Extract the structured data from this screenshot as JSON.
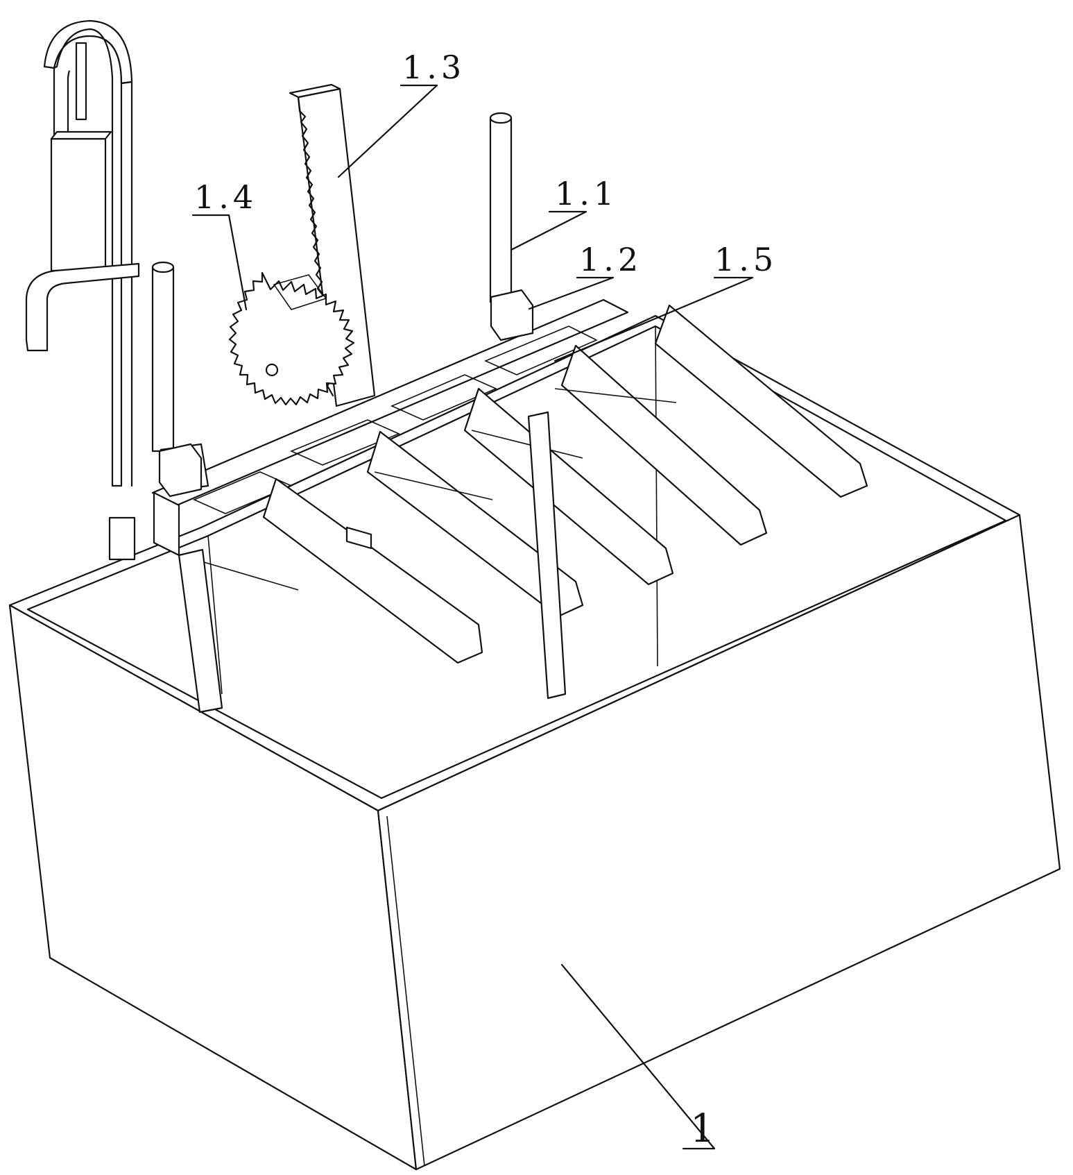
{
  "figure": {
    "labels": {
      "l1_3": "1.3",
      "l1_4": "1.4",
      "l1_1": "1.1",
      "l1_2": "1.2",
      "l1_5": "1.5",
      "l1": "1"
    }
  }
}
